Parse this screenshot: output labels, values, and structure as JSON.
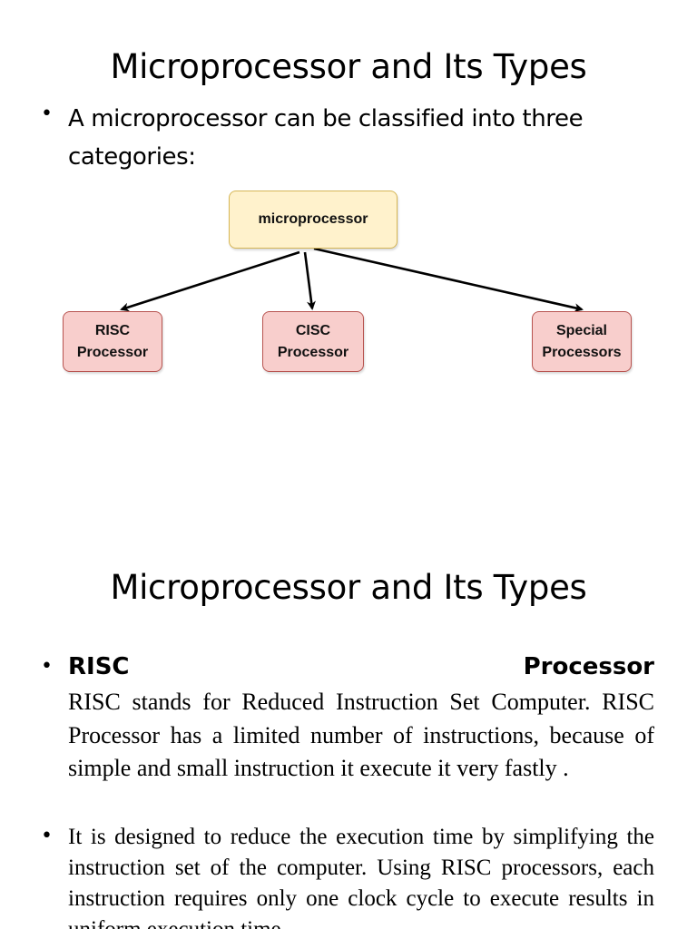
{
  "slide1": {
    "title": "Microprocessor and Its Types",
    "bullet": "A microprocessor can be classified into three categories:",
    "diagram": {
      "root": "microprocessor",
      "children": [
        {
          "line1": "RISC",
          "line2": "Processor"
        },
        {
          "line1": "CISC",
          "line2": "Processor"
        },
        {
          "line1": "Special",
          "line2": "Processors"
        }
      ],
      "colors": {
        "root_fill": "#fff2cc",
        "root_border": "#d6b656",
        "child_fill": "#f8cecc",
        "child_border": "#b85450",
        "arrow": "#000000"
      }
    }
  },
  "slide2": {
    "title": "Microprocessor and Its Types",
    "heading_left": "RISC",
    "heading_right": "Processor",
    "paragraph1": "RISC stands for Reduced Instruction Set Computer. RISC Processor has a limited number of instructions, because of simple and small instruction it execute it very fastly .",
    "paragraph2": "It is designed to reduce the execution time by simplifying the instruction set of the computer. Using RISC processors, each instruction requires only one clock cycle to execute results in uniform execution time."
  },
  "bullet_symbol": "•"
}
